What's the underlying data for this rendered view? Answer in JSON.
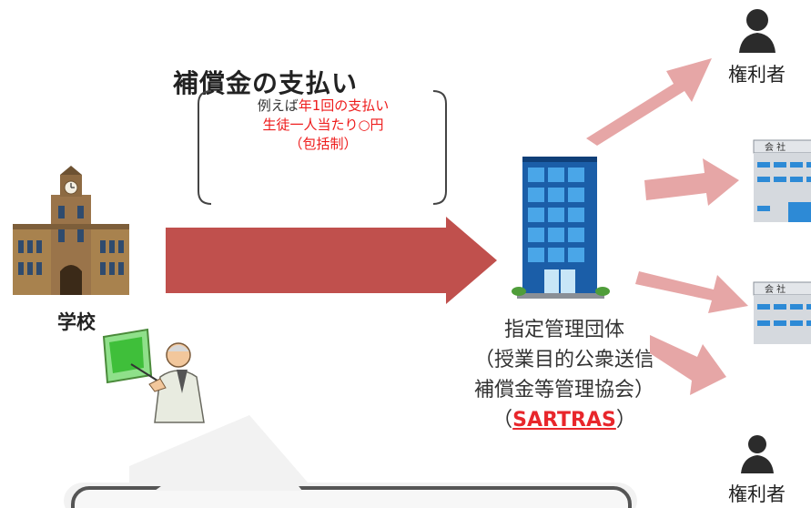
{
  "title": "補償金の支払い",
  "note": {
    "line1_black": "例えば",
    "line1_red": "年1回の支払い",
    "line2": "生徒一人当たり○円",
    "line3": "（包括制）"
  },
  "school": {
    "label": "学校"
  },
  "organization": {
    "line1": "指定管理団体",
    "line2": "（授業目的公衆送信",
    "line3": "補償金等管理協会）",
    "paren_open": "（",
    "sartras": "SARTRAS",
    "paren_close": "）"
  },
  "rights_holders": [
    {
      "label": "権利者"
    },
    {
      "label": "権利者"
    }
  ],
  "company_signs": [
    "会 社",
    "会 社"
  ],
  "colors": {
    "main_arrow": "#c0504d",
    "distribution_arrow": "#e6a6a6",
    "highlight_red": "#ee1c1c",
    "sartras_red": "#e8262b"
  }
}
